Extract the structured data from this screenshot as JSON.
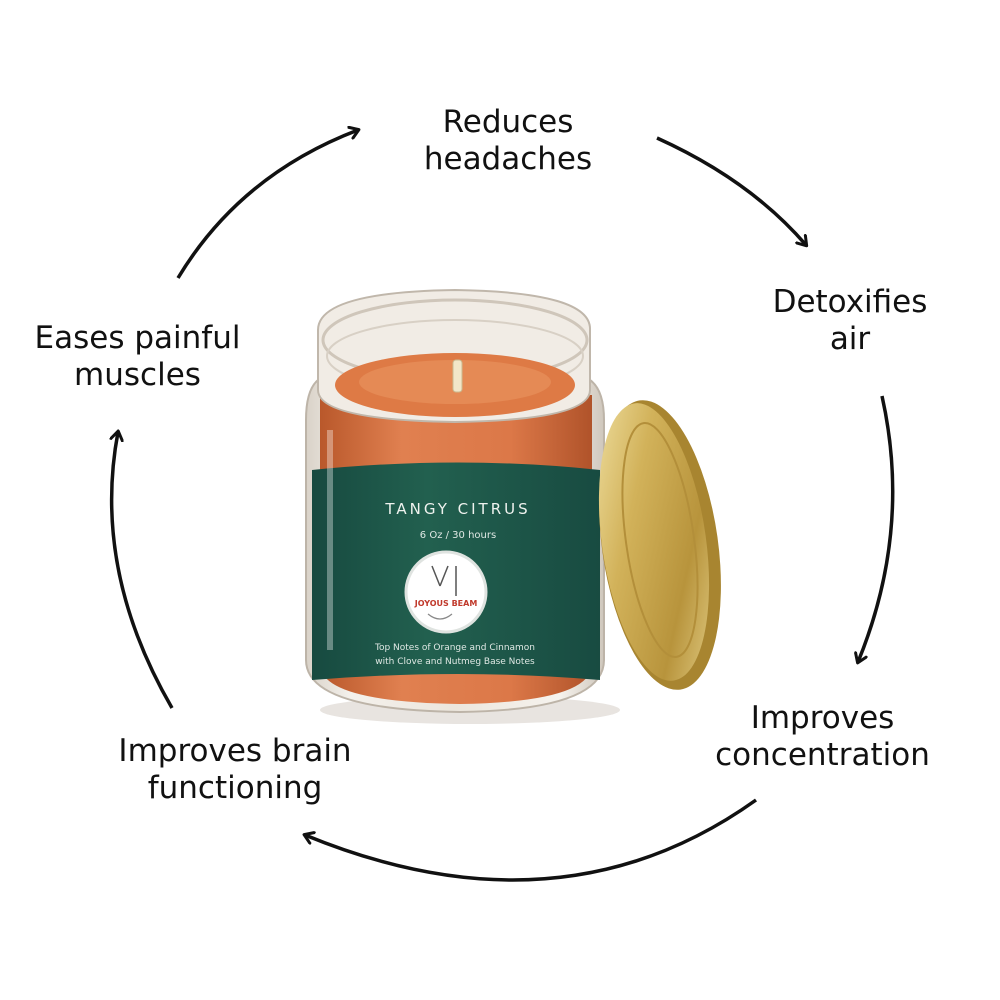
{
  "benefits": {
    "top": {
      "line1": "Reduces",
      "line2": "headaches"
    },
    "right": {
      "line1": "Detoxifies",
      "line2": "air"
    },
    "bottom_right": {
      "line1": "Improves",
      "line2": "concentration"
    },
    "bottom_left": {
      "line1": "Improves brain",
      "line2": "functioning"
    },
    "left": {
      "line1": "Eases painful",
      "line2": "muscles"
    }
  },
  "product": {
    "name": "TANGY CITRUS",
    "size": "6 Oz / 30 hours",
    "brand": "JOYOUS BEAM",
    "notes_line1": "Top Notes of Orange and Cinnamon",
    "notes_line2": "with Clove and Nutmeg Base Notes"
  },
  "colors": {
    "label_green": "#1f5a4e",
    "wax_orange": "#d9723e",
    "lid_gold": "#c9a84a",
    "text": "#111111"
  }
}
